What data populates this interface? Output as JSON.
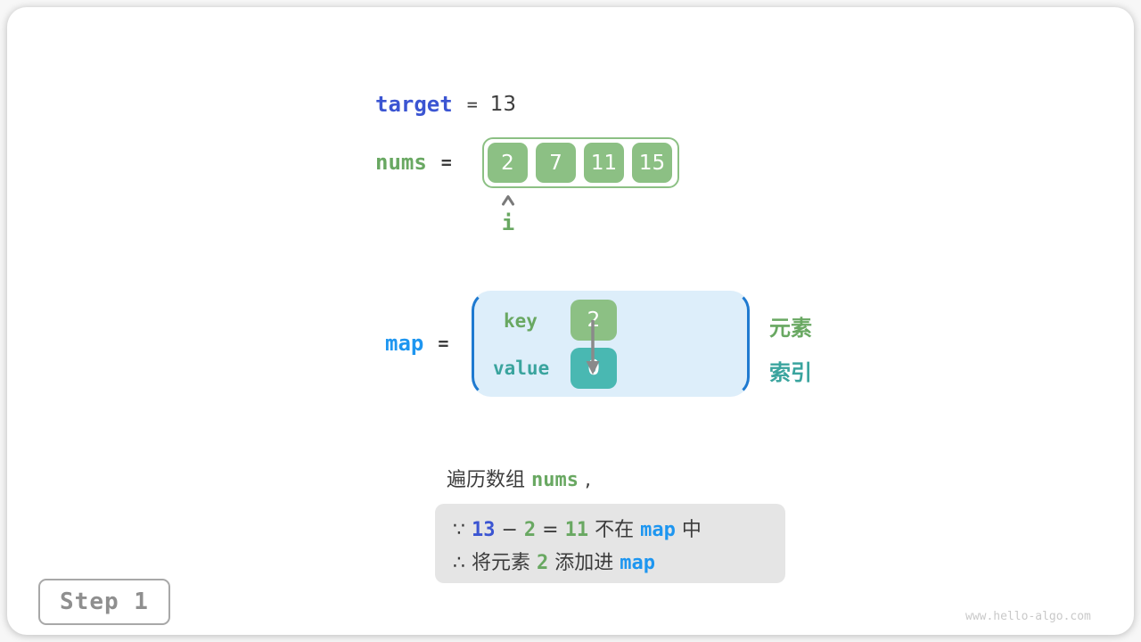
{
  "colors": {
    "indigo_code": "#3b55d2",
    "azure_code": "#1e96f0",
    "green_code": "#69a862",
    "teal_code": "#3aa49e",
    "green_fill": "#8cc084",
    "teal_fill": "#49b8b2",
    "map_fill": "#ddeefa",
    "map_border": "#1f7ad0",
    "text_dark": "#3c3c3c",
    "conclusion_fill": "#e5e5e5",
    "arrow_gray": "#8a8a8a"
  },
  "target_row": {
    "label": "target",
    "equals": "=",
    "value": "13"
  },
  "nums_row": {
    "label": "nums",
    "equals": "=",
    "values": [
      "2",
      "7",
      "11",
      "15"
    ],
    "pointer_label": "i"
  },
  "map_row": {
    "label": "map",
    "equals": "=",
    "key_label": "key",
    "key_value": "2",
    "value_label": "value",
    "value_value": "0",
    "legend_element": "元素",
    "legend_index": "索引"
  },
  "caption": {
    "segments": [
      {
        "t": "遍历数组 ",
        "c": "dark"
      },
      {
        "t": "nums",
        "c": "green"
      },
      {
        "t": " ,",
        "c": "dark"
      }
    ]
  },
  "conclusion": {
    "line1": [
      {
        "t": "∵ ",
        "c": "dark"
      },
      {
        "t": "13",
        "c": "indigo"
      },
      {
        "t": " − ",
        "c": "dark"
      },
      {
        "t": "2",
        "c": "green"
      },
      {
        "t": " = ",
        "c": "dark"
      },
      {
        "t": "11",
        "c": "green"
      },
      {
        "t": " 不在 ",
        "c": "dark"
      },
      {
        "t": "map",
        "c": "azure"
      },
      {
        "t": " 中",
        "c": "dark"
      }
    ],
    "line2": [
      {
        "t": "∴ 将元素 ",
        "c": "dark"
      },
      {
        "t": "2",
        "c": "green"
      },
      {
        "t": " 添加进 ",
        "c": "dark"
      },
      {
        "t": "map",
        "c": "azure"
      }
    ]
  },
  "step": {
    "label": "Step 1"
  },
  "watermark": "www.hello-algo.com",
  "icons": {
    "pointer": "caret-up-icon",
    "map_link": "arrow-down-icon"
  }
}
